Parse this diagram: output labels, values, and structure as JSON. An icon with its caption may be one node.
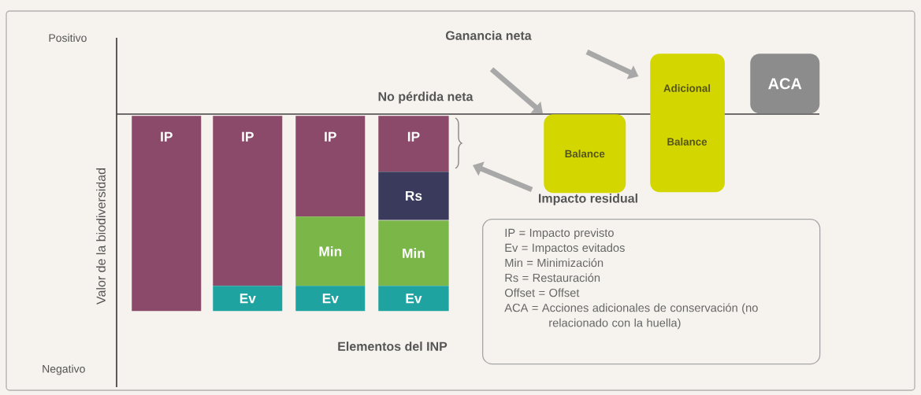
{
  "diagram": {
    "nodes": [
      {
        "text": [
          "IP"
        ]
      },
      {
        "text": [
          "IP"
        ]
      },
      {
        "text": [
          "Ev"
        ]
      },
      {
        "text": [
          "IP"
        ]
      },
      {
        "text": [
          "Min"
        ]
      },
      {
        "text": [
          "Ev"
        ]
      },
      {
        "text": [
          "IP"
        ]
      },
      {
        "text": [
          "Rs"
        ]
      },
      {
        "text": [
          "Min"
        ]
      },
      {
        "text": [
          "Ev"
        ]
      },
      {
        "text": [
          "Balance"
        ]
      },
      {
        "text": [
          "Adicional",
          "Balance"
        ]
      },
      {
        "text": [
          "ACA"
        ]
      },
      {
        "text": [
          "Impacto residual"
        ]
      },
      {
        "text": [
          "IP = Impacto previsto",
          "Ev = Impactos evitados",
          "Min = Minimización",
          "Rs = Restauración",
          "Offset = Offset",
          "ACA = Acciones adicionales de conservación (no relacionado con la huella)"
        ]
      }
    ],
    "edges": [
      {
        "from": null,
        "to": 11,
        "arrow": "to"
      },
      {
        "from": null,
        "to": 10,
        "arrow": "to"
      },
      {
        "from": 13,
        "to": null,
        "arrow": "to"
      }
    ],
    "labels": [
      "Positivo",
      "Ganancia neta",
      "No pérdida neta",
      "Valor de la biodiversidad",
      "Elementos del INP",
      "Negativo"
    ]
  }
}
